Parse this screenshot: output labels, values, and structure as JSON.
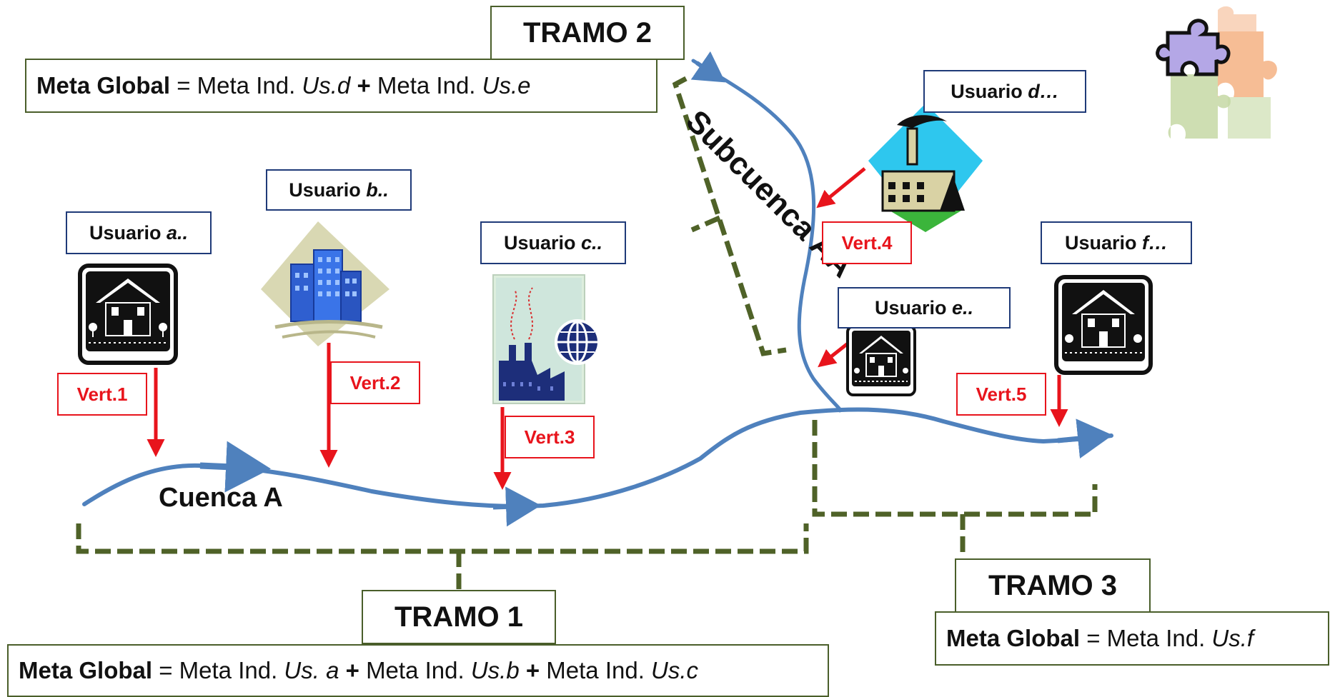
{
  "basin_label": "Cuenca A",
  "subbasin_label": "Subcuenca AA",
  "tramos": {
    "t1": "TRAMO 1",
    "t2": "TRAMO 2",
    "t3": "TRAMO 3"
  },
  "metas": {
    "t1": {
      "global": "Meta Global",
      "eq": "=",
      "term": "Meta Ind.",
      "plus": "+",
      "us_a": "Us. a",
      "us_b": "Us.b",
      "us_c": "Us.c"
    },
    "t2": {
      "global": "Meta Global",
      "eq": "=",
      "term": "Meta Ind.",
      "plus": "+",
      "us_d": "Us.d",
      "us_e": "Us.e"
    },
    "t3": {
      "global": "Meta Global",
      "eq": "=",
      "term": "Meta Ind.",
      "us_f": "Us.f"
    }
  },
  "users": {
    "word": "Usuario",
    "a": "a..",
    "b": "b..",
    "c": "c..",
    "d": "d…",
    "e": "e..",
    "f": "f…"
  },
  "discharges": [
    "Vert.1",
    "Vert.2",
    "Vert.3",
    "Vert.4",
    "Vert.5"
  ],
  "colors": {
    "river": "#4f81bd",
    "discharge_arrow": "#e8141c",
    "bracket": "#4f6228",
    "box_border_green": "#4a5e2a",
    "box_border_blue": "#1f3a78"
  },
  "icons": [
    "house-icon",
    "office-building-icon",
    "factory-globe-icon",
    "factory-smoke-icon",
    "puzzle-icon"
  ]
}
